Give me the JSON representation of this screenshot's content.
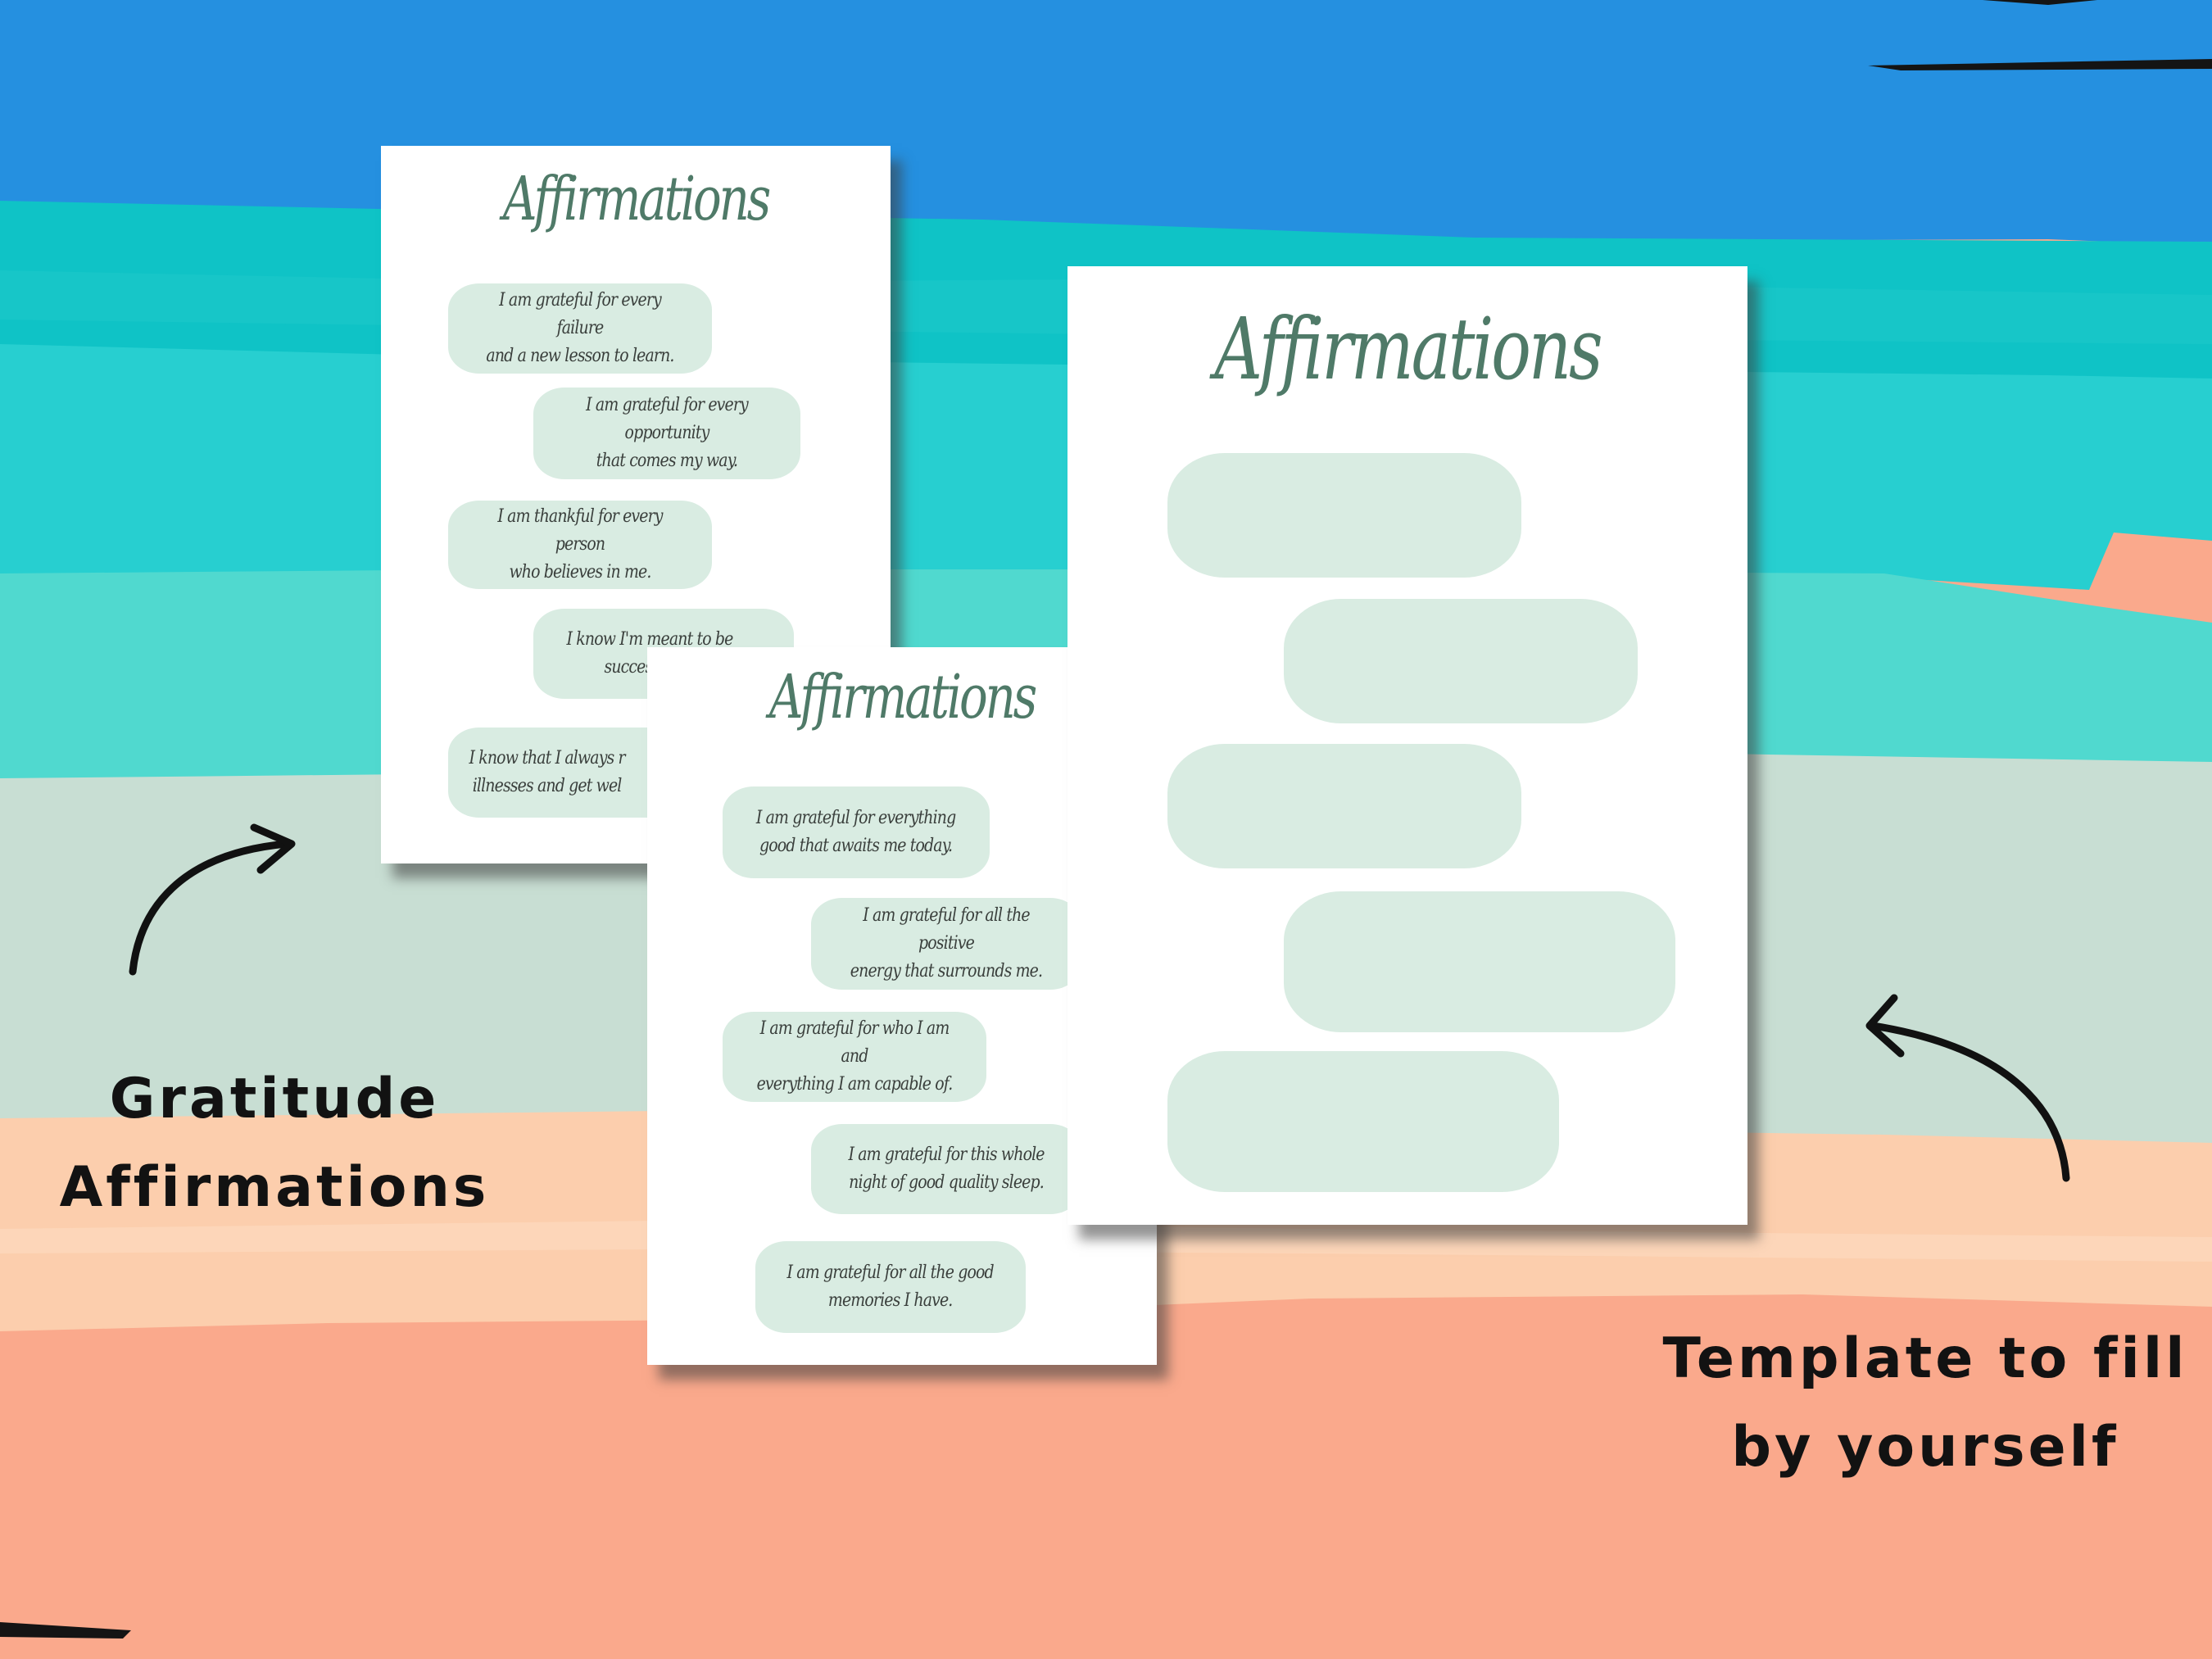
{
  "colors": {
    "sky_blue": "#2590e0",
    "teal": "#12c5c8",
    "aqua": "#33d0d0",
    "light_teal": "#52d8d0",
    "sage": "#c9dfd4",
    "peach": "#fccfac",
    "salmon": "#faa98c",
    "bubble": "#d9ece2",
    "title_green": "#4f7a68"
  },
  "left_caption": {
    "line1": "Gratitude",
    "line2": "Affirmations"
  },
  "right_caption": {
    "line1": "Template to fill",
    "line2": "by yourself"
  },
  "back_page": {
    "title": "Affirmations",
    "affirmations": [
      "I am grateful for every failure\nand a new lesson to learn.",
      "I am grateful for every opportunity\nthat comes my way.",
      "I am thankful for every person\nwho believes in me.",
      "I know I'm meant to be\nsuccessful, a",
      "I know that I always r\nillnesses and get wel"
    ]
  },
  "front_page": {
    "title": "Affirmations",
    "affirmations": [
      "I am grateful for everything\ngood that awaits me today.",
      "I am grateful for all the positive\nenergy that surrounds me.",
      "I am grateful for who I am and\neverything I am capable of.",
      "I am grateful for this whole\nnight of good quality sleep.",
      "I am grateful for all the good\nmemories I have."
    ]
  },
  "template_page": {
    "title": "Affirmations",
    "empty_slots": 5
  },
  "icons": [
    "curved-arrow-icon",
    "curved-arrow-icon"
  ]
}
